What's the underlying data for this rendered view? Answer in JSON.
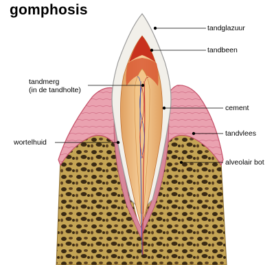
{
  "title": "gomphosis",
  "labels": {
    "enamel": "tandglazuur",
    "dentin": "tandbeen",
    "pulp_line1": "tandmerg",
    "pulp_line2": "(in de tandholte)",
    "cement": "cement",
    "gum": "tandvlees",
    "periodontal": "wortelhuid",
    "bone": "alveolair bot"
  },
  "colors": {
    "enamel": "#f2f0ea",
    "enamel_outline": "#9a9a9a",
    "dentin_outer": "#e8a866",
    "dentin_inner": "#f4c78f",
    "crown_red": "#c8321e",
    "pulp": "#f0b36a",
    "gum_pink": "#e89aa8",
    "gum_dark": "#c45068",
    "bone": "#b89a4c",
    "bone_holes": "#3a2a14",
    "vein_blue": "#3e4fb0",
    "artery_red": "#c02828"
  }
}
